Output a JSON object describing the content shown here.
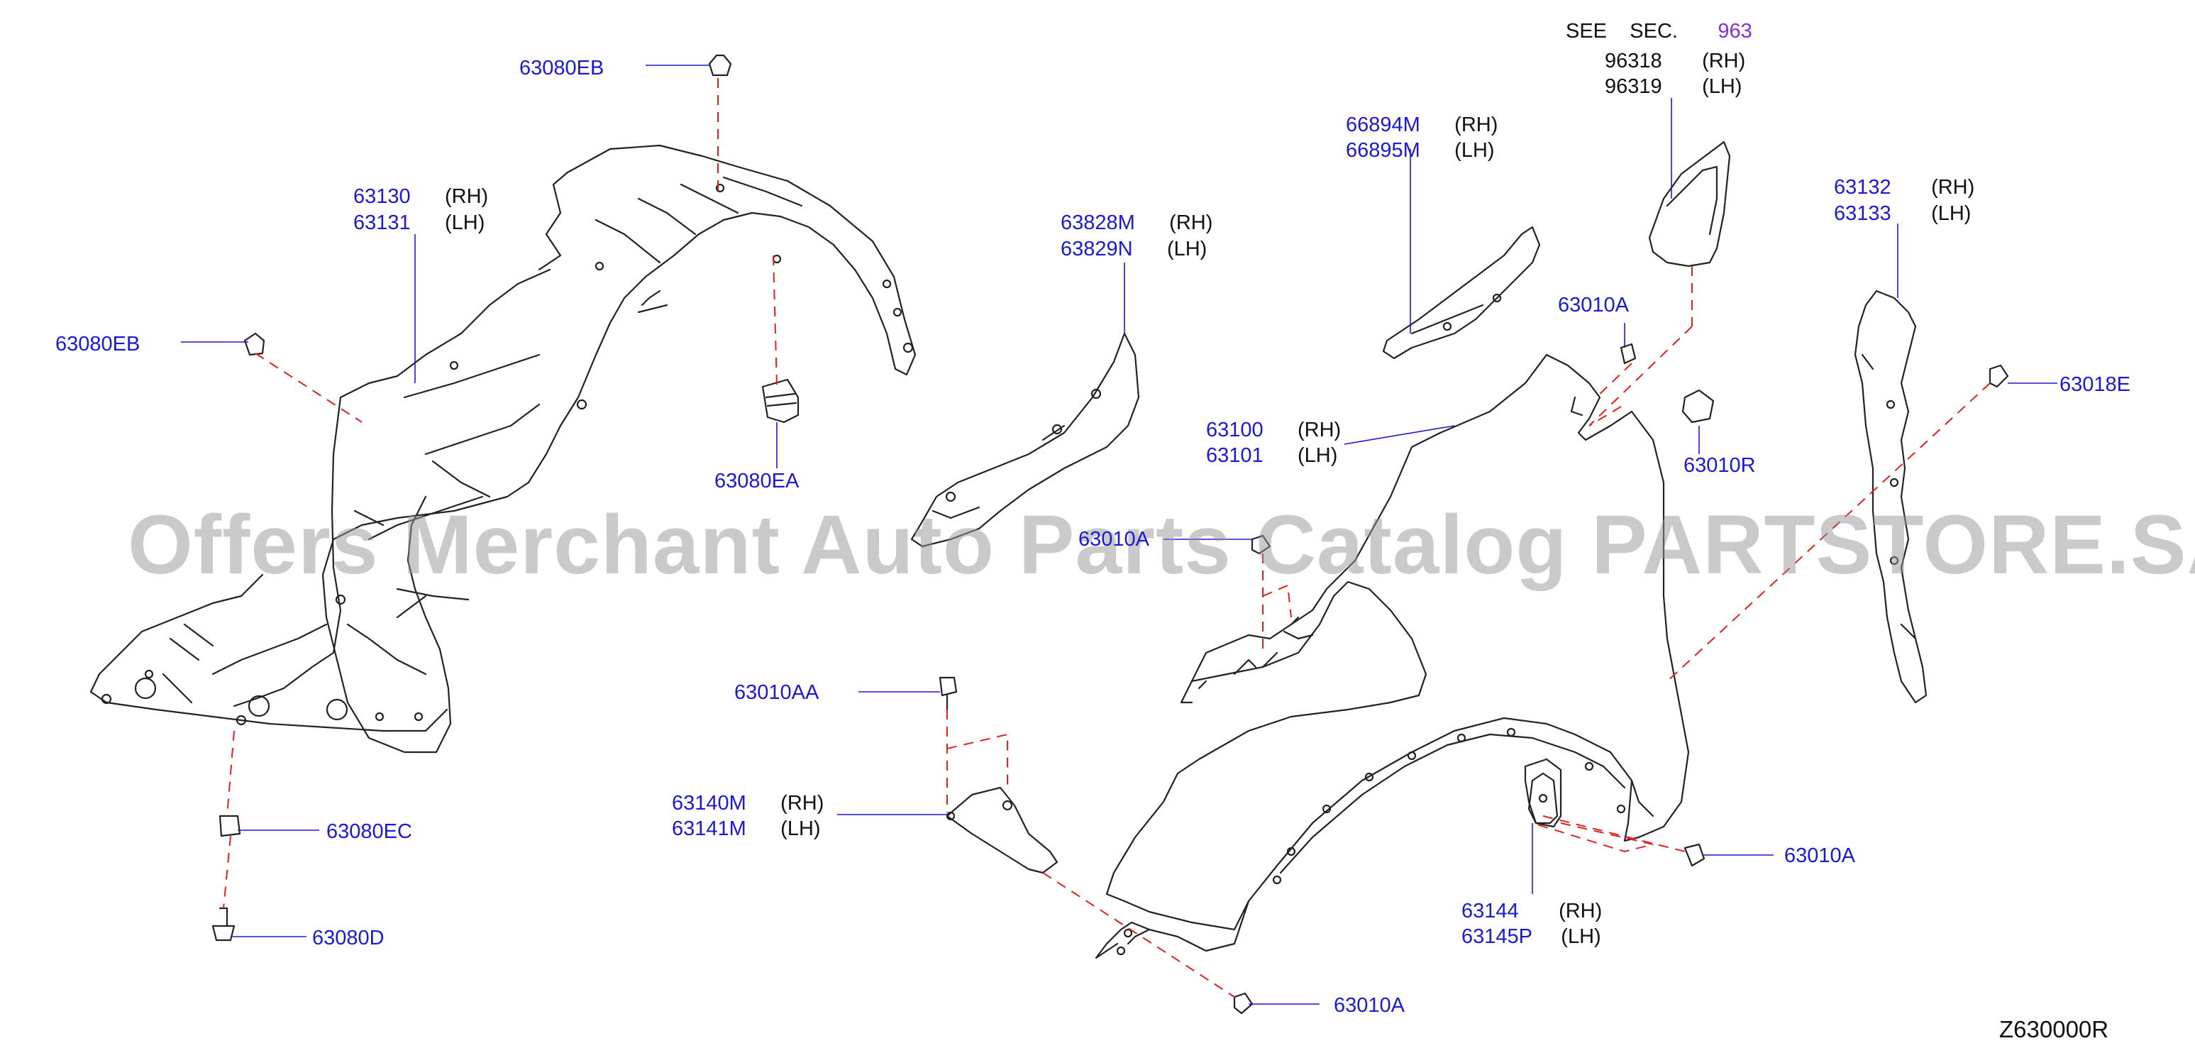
{
  "colors": {
    "part_number": "#1a1ad6",
    "section_link": "#8a2be2",
    "leader": "#1a1ad6",
    "dash": "#e02020",
    "outline": "#222222",
    "watermark": "#999999"
  },
  "watermark": "Offers Merchant Auto Parts Catalog PARTSTORE.SA",
  "diagram_id": "Z630000R",
  "see_section": {
    "see": "SEE",
    "sec": "SEC.",
    "link": "963"
  },
  "parts": [
    {
      "key": "p96318",
      "number": "96318",
      "side": "(RH)"
    },
    {
      "key": "p96319",
      "number": "96319",
      "side": "(LH)"
    },
    {
      "key": "p63080EB_top",
      "number": "63080EB",
      "side": ""
    },
    {
      "key": "p66894M",
      "number": "66894M",
      "side": "(RH)"
    },
    {
      "key": "p66895M",
      "number": "66895M",
      "side": "(LH)"
    },
    {
      "key": "p63132",
      "number": "63132",
      "side": "(RH)"
    },
    {
      "key": "p63133",
      "number": "63133",
      "side": "(LH)"
    },
    {
      "key": "p63130",
      "number": "63130",
      "side": "(RH)"
    },
    {
      "key": "p63131",
      "number": "63131",
      "side": "(LH)"
    },
    {
      "key": "p63828M",
      "number": "63828M",
      "side": "(RH)"
    },
    {
      "key": "p63829N",
      "number": "63829N",
      "side": "(LH)"
    },
    {
      "key": "p63010A_top",
      "number": "63010A",
      "side": ""
    },
    {
      "key": "p63080EB_left",
      "number": "63080EB",
      "side": ""
    },
    {
      "key": "p63018E",
      "number": "63018E",
      "side": ""
    },
    {
      "key": "p63100",
      "number": "63100",
      "side": "(RH)"
    },
    {
      "key": "p63101",
      "number": "63101",
      "side": "(LH)"
    },
    {
      "key": "p63010R",
      "number": "63010R",
      "side": ""
    },
    {
      "key": "p63080EA",
      "number": "63080EA",
      "side": ""
    },
    {
      "key": "p63010A_mid",
      "number": "63010A",
      "side": ""
    },
    {
      "key": "p63010AA",
      "number": "63010AA",
      "side": ""
    },
    {
      "key": "p63140M",
      "number": "63140M",
      "side": "(RH)"
    },
    {
      "key": "p63141M",
      "number": "63141M",
      "side": "(LH)"
    },
    {
      "key": "p63080EC",
      "number": "63080EC",
      "side": ""
    },
    {
      "key": "p63010A_right",
      "number": "63010A",
      "side": ""
    },
    {
      "key": "p63144",
      "number": "63144",
      "side": "(RH)"
    },
    {
      "key": "p63145P",
      "number": "63145P",
      "side": "(LH)"
    },
    {
      "key": "p63080D",
      "number": "63080D",
      "side": ""
    },
    {
      "key": "p63010A_bottom",
      "number": "63010A",
      "side": ""
    }
  ]
}
